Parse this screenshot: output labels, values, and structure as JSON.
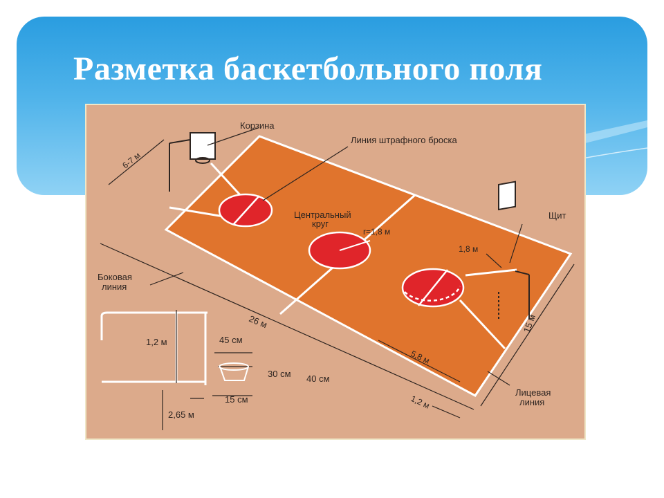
{
  "slide": {
    "title": "Разметка баскетбольного поля"
  },
  "diagram": {
    "labels": {
      "basket": "Корзина",
      "free_throw_line": "Линия штрафного броска",
      "center_circle_1": "Центральный",
      "center_circle_2": "круг",
      "radius": "r=1,8 м",
      "backboard": "Щит",
      "backboard_dist": "1,8 м",
      "sideline_1": "Боковая",
      "sideline_2": "линия",
      "length": "26 м",
      "width": "15 м",
      "free_throw_dist": "5,8 м",
      "endline_dist": "1,2 м",
      "endline_1": "Лицевая",
      "endline_2": "линия",
      "basket_range": "6-7 м",
      "board_height": "1,2 м",
      "rim_diameter": "45 см",
      "net_30": "30 см",
      "net_40": "40 см",
      "rim_offset": "15 см",
      "rim_height": "2,65 м"
    }
  },
  "colors": {
    "banner_top": "#2a9de0",
    "banner_bottom": "#8fd2f5",
    "paper": "#dcaa8b",
    "court": "#e0742d",
    "circle": "#e0252a",
    "lines": "#ffffff"
  }
}
